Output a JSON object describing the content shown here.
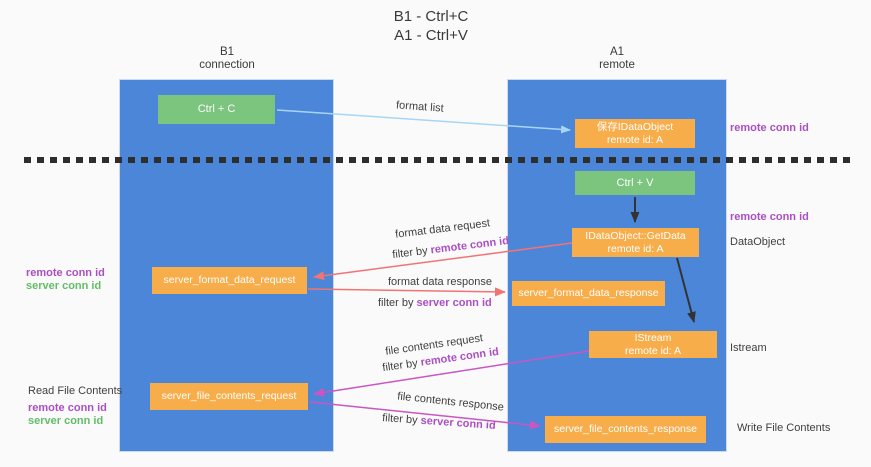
{
  "title": {
    "line1": "B1 - Ctrl+C",
    "line2": "A1 - Ctrl+V"
  },
  "lanes": {
    "left": {
      "header": "B1",
      "subheader": "connection"
    },
    "right": {
      "header": "A1",
      "subheader": "remote"
    }
  },
  "nodes": {
    "ctrl_c": "Ctrl + C",
    "ctrl_v": "Ctrl + V",
    "save_idataobject": {
      "line1": "保存IDataObject",
      "line2": "remote id: A"
    },
    "getdata": {
      "line1": "IDataObject::GetData",
      "line2": "remote id: A"
    },
    "istream": {
      "line1": "IStream",
      "line2": "remote id: A"
    },
    "format_request": "server_format_data_request",
    "format_response": "server_format_data_response",
    "file_request": "server_file_contents_request",
    "file_response": "server_file_contents_response"
  },
  "side_labels": {
    "remote_conn_id_top": "remote conn id",
    "remote_conn_id_mid": "remote conn id",
    "dataobject": "DataObject",
    "istream": "Istream",
    "write_file_contents": "Write File Contents",
    "read_file_contents": "Read File Contents",
    "remote_conn_id_left_mid": "remote conn id",
    "server_conn_id_left_mid": "server conn id",
    "remote_conn_id_left_bottom": "remote conn id",
    "server_conn_id_left_bottom": "server conn id"
  },
  "arrow_labels": {
    "format_list": "format list",
    "format_data_request": "format data request",
    "format_data_response": "format data response",
    "file_contents_request": "file contents request",
    "file_contents_response": "file contents response",
    "filter_by": "filter by",
    "remote_conn_id": "remote conn id",
    "server_conn_id": "server conn id"
  },
  "colors": {
    "background": "#fafafa",
    "lane_blue": "#4b86d8",
    "node_orange": "#f8ad4b",
    "node_green": "#7bc57f",
    "arrow_lightblue": "#a9d5f5",
    "arrow_red": "#f17373",
    "arrow_magenta": "#ca55c3",
    "arrow_black": "#333333",
    "text_purple": "#ab4fc3",
    "text_green": "#63bd68",
    "dashed_line": "#2e2e2e"
  }
}
